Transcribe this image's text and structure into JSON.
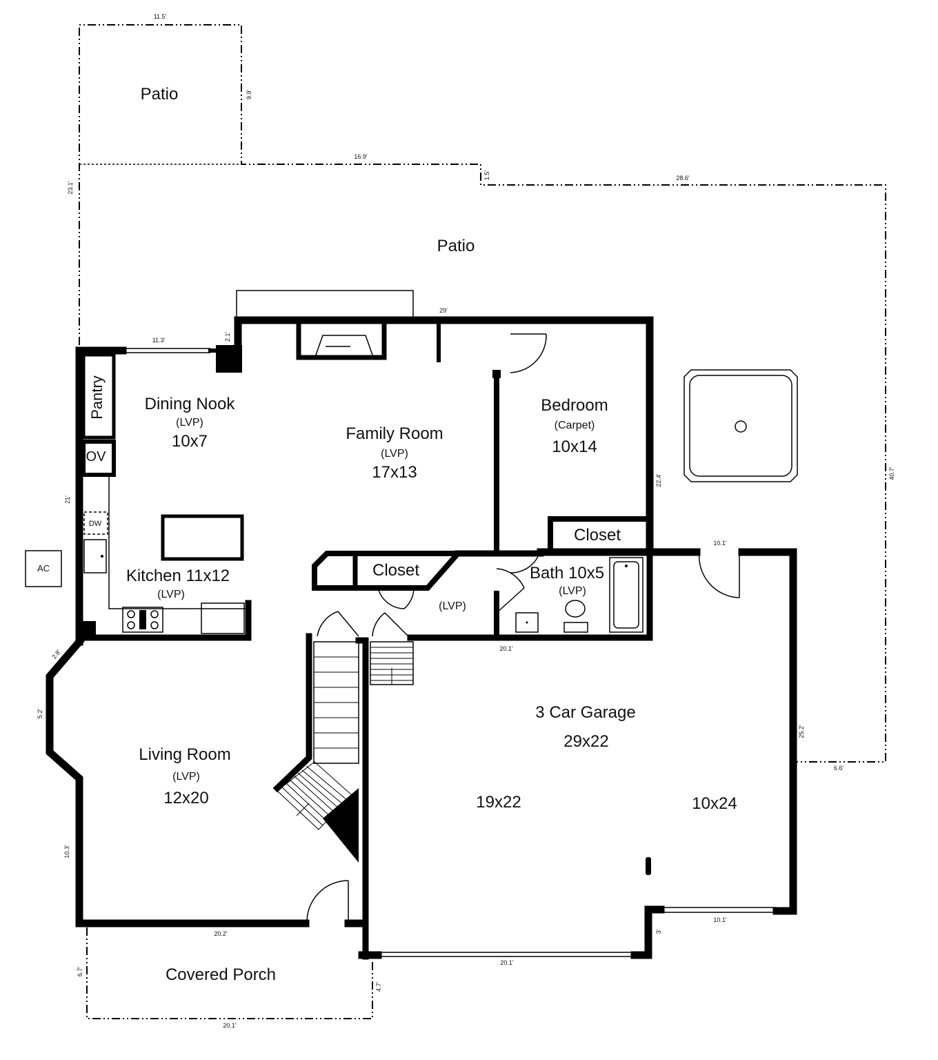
{
  "rooms": {
    "patio_upper": {
      "name": "Patio"
    },
    "patio_main": {
      "name": "Patio"
    },
    "dining_nook": {
      "name": "Dining Nook",
      "floor": "(LVP)",
      "size": "10x7"
    },
    "family_room": {
      "name": "Family Room",
      "floor": "(LVP)",
      "size": "17x13"
    },
    "bedroom": {
      "name": "Bedroom",
      "floor": "(Carpet)",
      "size": "10x14"
    },
    "closet_bedroom": {
      "name": "Closet"
    },
    "closet_hall": {
      "name": "Closet"
    },
    "bath": {
      "name": "Bath 10x5",
      "floor": "(LVP)"
    },
    "hall": {
      "floor": "(LVP)"
    },
    "kitchen": {
      "name": "Kitchen 11x12",
      "floor": "(LVP)"
    },
    "living_room": {
      "name": "Living Room",
      "floor": "(LVP)",
      "size": "12x20"
    },
    "garage": {
      "name": "3 Car Garage",
      "size": "29x22",
      "bay_left": "19x22",
      "bay_right": "10x24"
    },
    "covered_porch": {
      "name": "Covered Porch"
    }
  },
  "fixtures": {
    "pantry": "Pantry",
    "oven": "OV",
    "dishwasher": "DW",
    "ac": "AC"
  },
  "dimensions": {
    "patio_top": "11.5'",
    "patio_side": "9.9'",
    "patio_mid": "16.9'",
    "patio_step": "1.5'",
    "patio_right_top": "28.6'",
    "patio_left": "23.1'",
    "patio_right": "40.7'",
    "rear_wall": "29'",
    "bump": "2.1'",
    "dining_slider": "11.3'",
    "bedroom_side": "22.4'",
    "kitchen_side": "21'",
    "garage_door_rear": "10.1'",
    "hall_width": "20.1'",
    "bay_diag": "2.8'",
    "bay_side": "5.2'",
    "living_side": "10.3'",
    "garage_side": "25.2'",
    "patio_return": "6.6'",
    "living_front": "20.2'",
    "garage_door_small": "10.1'",
    "garage_step": "3'",
    "garage_door_large": "20.1'",
    "porch_left": "6.7'",
    "porch_right": "4.7'",
    "porch_front": "20.1'"
  }
}
